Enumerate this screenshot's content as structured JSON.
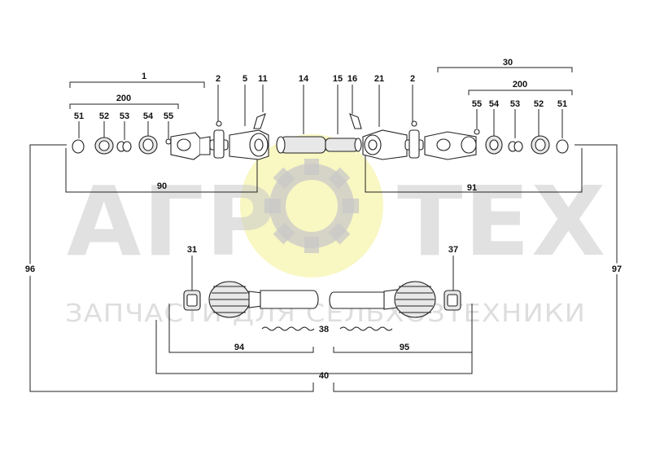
{
  "watermark": {
    "brand_left": "АГР",
    "brand_right": "ТЕХ",
    "tagline": "ЗАПЧАСТИ ДЛЯ СЕЛЬХОЗТЕХНИКИ",
    "gear_color": "#f6f3a8",
    "text_color": "#c8c8c8"
  },
  "labels": {
    "n1": "1",
    "n200a": "200",
    "n51a": "51",
    "n52a": "52",
    "n53a": "53",
    "n54a": "54",
    "n55a": "55",
    "n2a": "2",
    "n5": "5",
    "n11": "11",
    "n14": "14",
    "n15": "15",
    "n16": "16",
    "n21": "21",
    "n2b": "2",
    "n30": "30",
    "n200b": "200",
    "n55b": "55",
    "n54b": "54",
    "n53b": "53",
    "n52b": "52",
    "n51b": "51",
    "n90": "90",
    "n91": "91",
    "n96": "96",
    "n97": "97",
    "n31": "31",
    "n37": "37",
    "n38": "38",
    "n94": "94",
    "n95": "95",
    "n40": "40"
  }
}
